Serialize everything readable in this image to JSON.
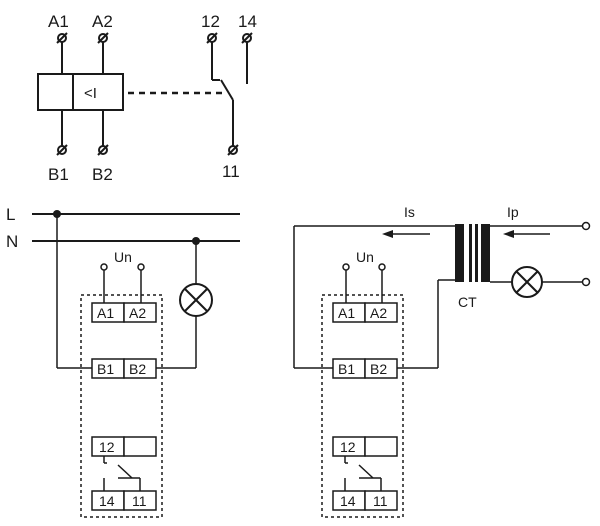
{
  "symbol": {
    "coil_terminals_top": [
      "A1",
      "A2"
    ],
    "coil_terminals_bottom": [
      "B1",
      "B2"
    ],
    "function_label": "<I",
    "contact_terminals": {
      "nc": "12",
      "no": "14",
      "com": "11"
    }
  },
  "lines": {
    "phase": "L",
    "neutral": "N"
  },
  "left_circuit": {
    "supply_label": "Un",
    "terminals_top": [
      "A1",
      "A2"
    ],
    "terminals_mid": [
      "B1",
      "B2"
    ],
    "contact_top": "12",
    "contact_bottom": [
      "14",
      "11"
    ]
  },
  "right_circuit": {
    "supply_label": "Un",
    "terminals_top": [
      "A1",
      "A2"
    ],
    "terminals_mid": [
      "B1",
      "B2"
    ],
    "contact_top": "12",
    "contact_bottom": [
      "14",
      "11"
    ],
    "secondary_current": "Is",
    "primary_current": "Ip",
    "transformer": "CT"
  },
  "colors": {
    "ink": "#1a1a1a",
    "background": "#ffffff"
  }
}
